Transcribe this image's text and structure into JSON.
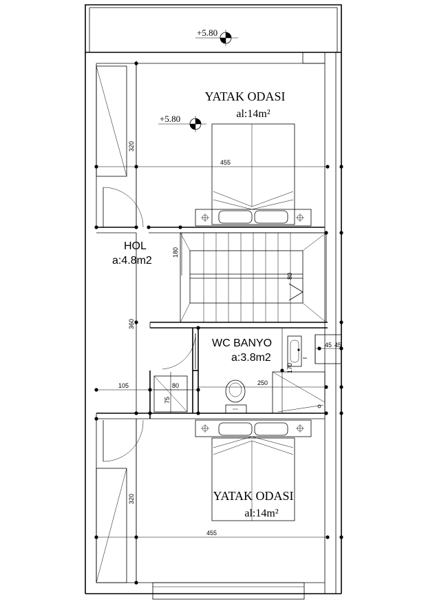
{
  "rooms": {
    "top_bedroom": {
      "name": "YATAK ODASI",
      "area": "al:14m²"
    },
    "hall": {
      "name": "HOL",
      "area": "a:4.8m2"
    },
    "bathroom": {
      "name": "WC BANYO",
      "area": "a:3.8m2"
    },
    "bottom_bedroom": {
      "name": "YATAK ODASI",
      "area": "al:14m²"
    }
  },
  "levels": {
    "balcony": "+5.80",
    "bedroom": "+5.80"
  },
  "dimensions": {
    "top_bedroom_width": "455",
    "top_bedroom_depth": "320",
    "hall_stair_width": "180",
    "stair_flight": "80",
    "hall_length": "360",
    "hall_width": "105",
    "shaft_width": "80",
    "shaft_depth": "75",
    "bath_width": "250",
    "bath_depth": "170",
    "side_a": "45",
    "side_b": "45",
    "bottom_bedroom_depth": "320",
    "bottom_bedroom_width": "455"
  },
  "icons": [
    "level-marker-icon",
    "bed-icon",
    "toilet-icon",
    "sink-icon",
    "shower-icon",
    "stair-icon",
    "door-swing-icon"
  ]
}
